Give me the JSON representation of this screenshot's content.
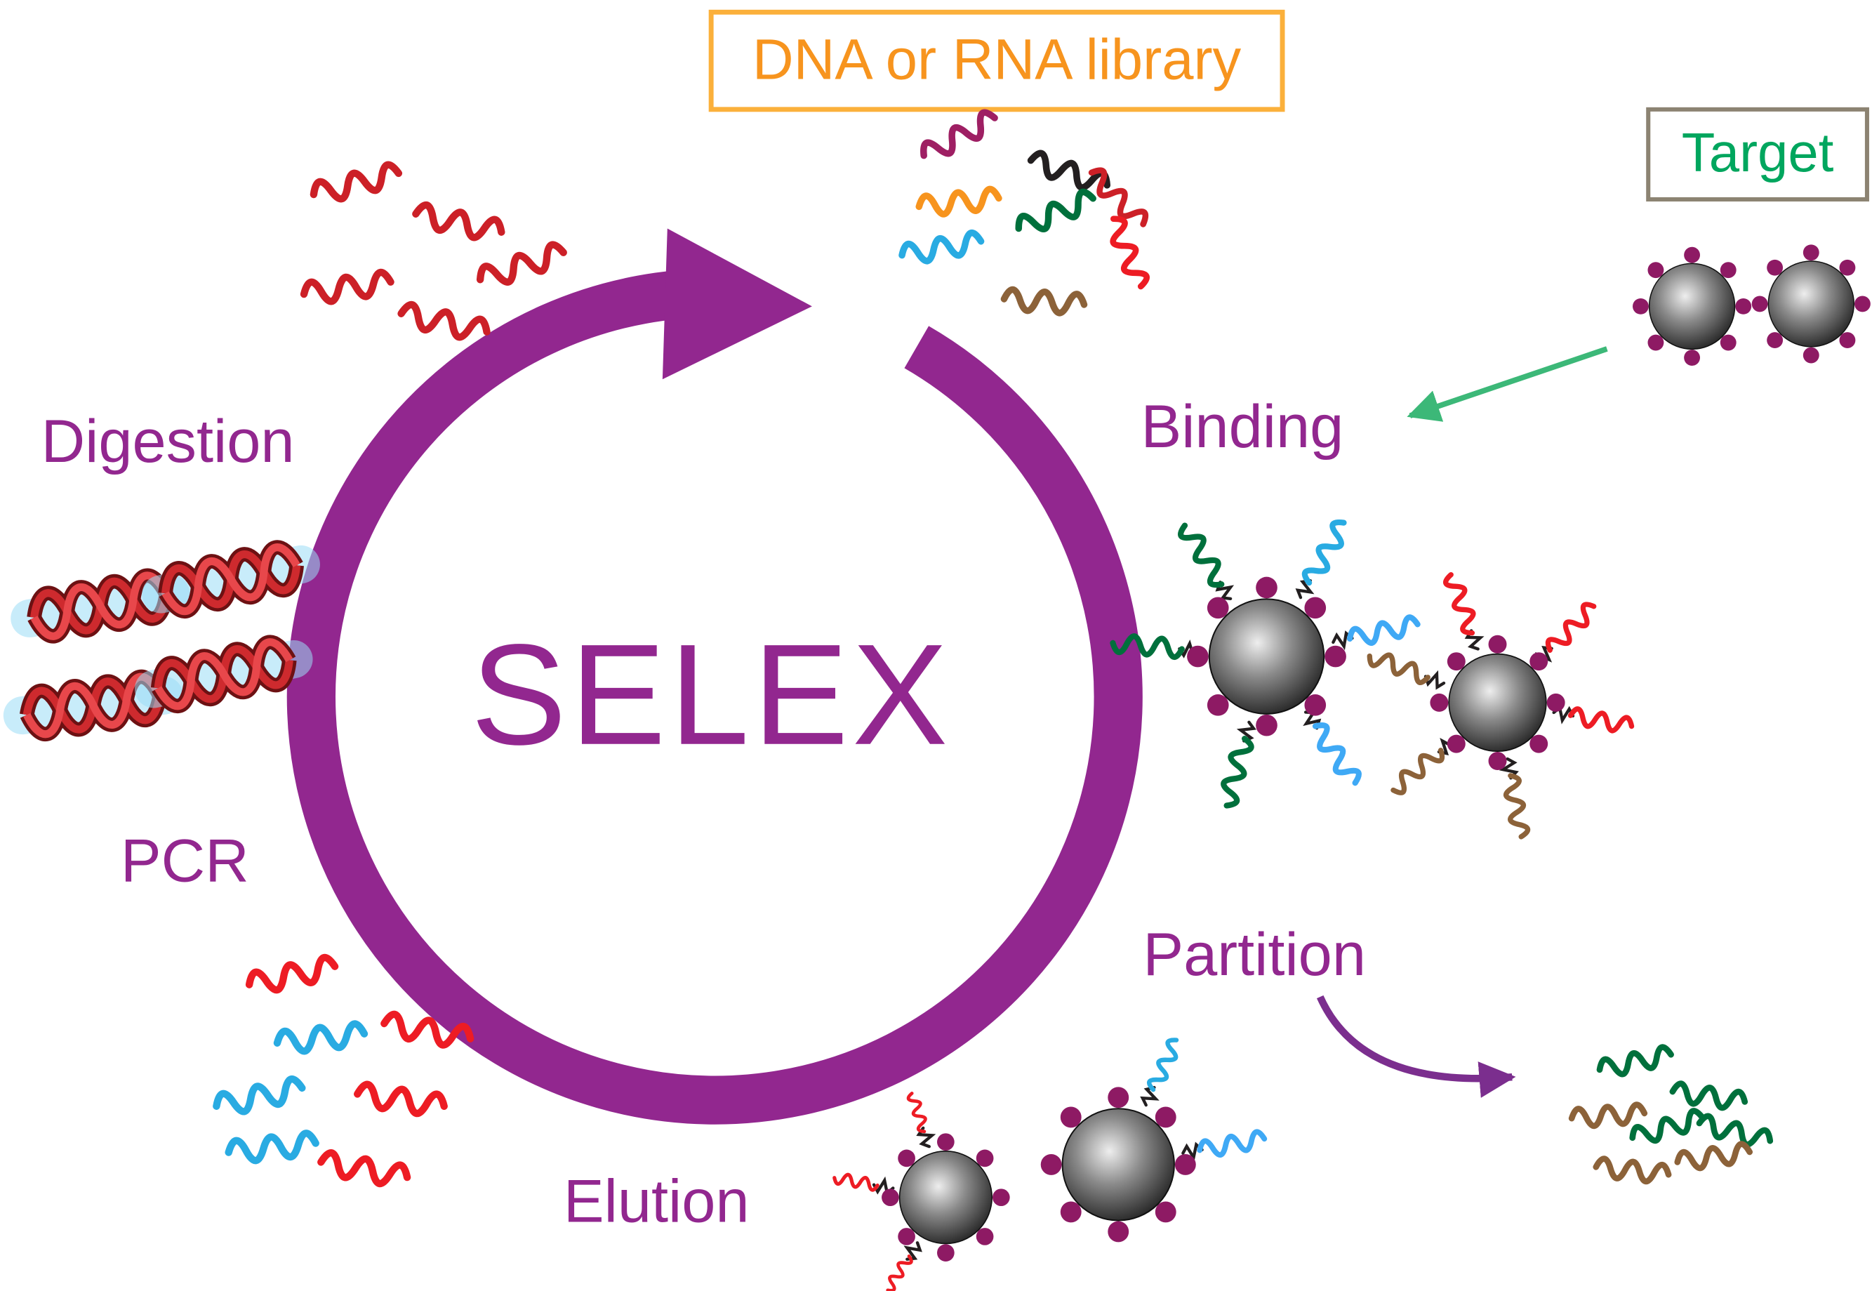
{
  "figure": {
    "center_label": "SELEX",
    "library_label": "DNA or RNA library",
    "target_label": "Target",
    "steps": {
      "binding": "Binding",
      "partition": "Partition",
      "elution": "Elution",
      "pcr": "PCR",
      "digestion": "Digestion"
    },
    "colors": {
      "cycle_purple": "#92278F",
      "library_box_border": "#FBB03B",
      "library_text_orange": "#F7941E",
      "target_text_green": "#00A65E",
      "target_box_border": "#8C8372",
      "binding_arrow_green": "#3CB878",
      "partition_arrow_purple": "#7B2E8E",
      "nanoparticle_stud_magenta": "#8E1A64",
      "oligo_red": "#ED1C24",
      "oligo_dark_red": "#CC2027",
      "oligo_blue": "#3FA9F5",
      "oligo_cyan": "#29ABE2",
      "oligo_green": "#00703C",
      "oligo_brown": "#8C6239",
      "oligo_orange": "#F7941E",
      "oligo_magenta": "#9E1F63",
      "oligo_black": "#231F20",
      "dna_helix_red": "#CE2A2E",
      "dna_helix_glow": "#9BDCF6"
    }
  }
}
